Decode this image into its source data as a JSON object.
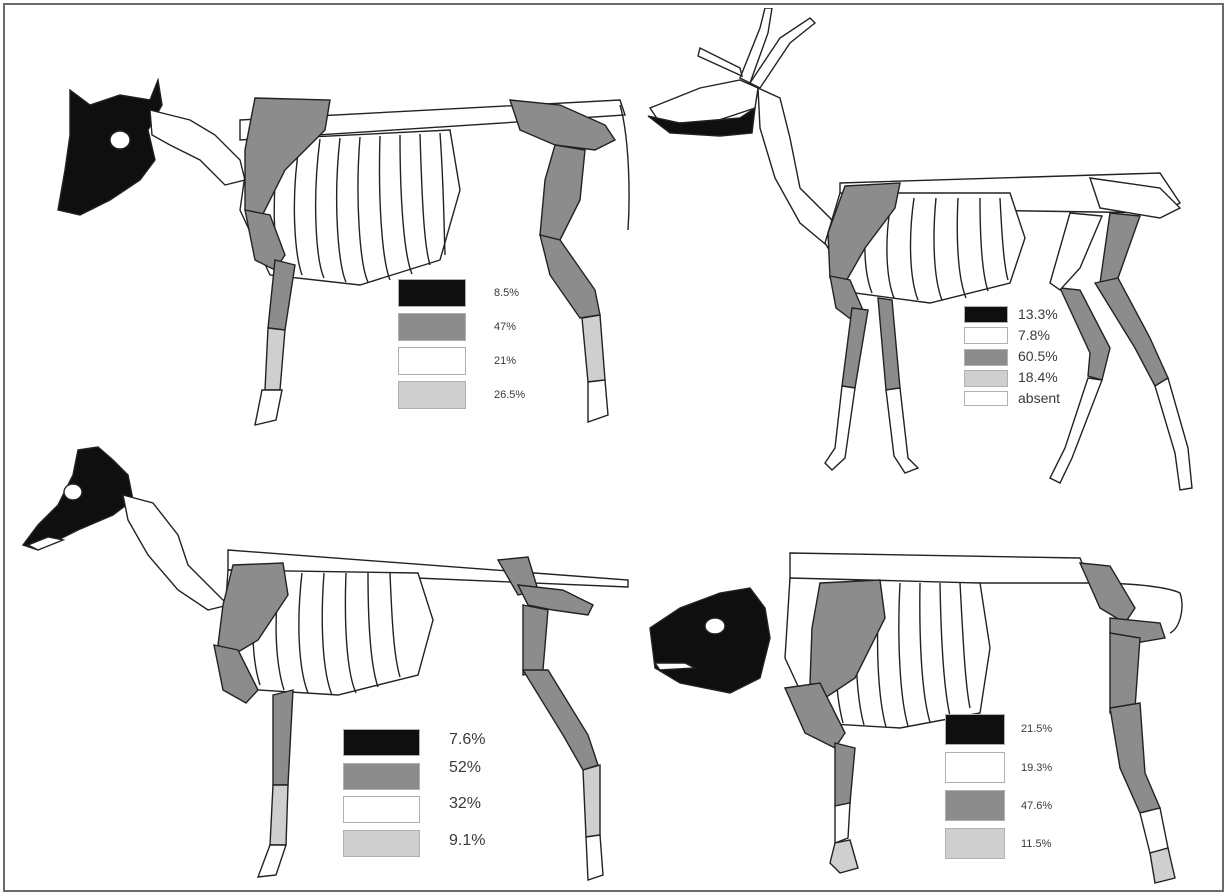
{
  "colors": {
    "black": "#0f0f0f",
    "dark_gray": "#8c8c8c",
    "white": "#ffffff",
    "light_gray": "#cfcfcf",
    "frame": "#6a6a6a"
  },
  "panels": [
    {
      "animal_icon": "cattle-skeleton",
      "legend": [
        {
          "color": "black",
          "label": "8.5%"
        },
        {
          "color": "dark_gray",
          "label": "47%"
        },
        {
          "color": "white",
          "label": "21%"
        },
        {
          "color": "light_gray",
          "label": "26.5%"
        }
      ]
    },
    {
      "animal_icon": "deer-skeleton",
      "legend": [
        {
          "color": "black",
          "label": "13.3%"
        },
        {
          "color": "white",
          "label": "7.8%"
        },
        {
          "color": "dark_gray",
          "label": "60.5%"
        },
        {
          "color": "light_gray",
          "label": "18.4%"
        },
        {
          "color": "white",
          "label": "absent"
        }
      ]
    },
    {
      "animal_icon": "sheep-goat-skeleton",
      "legend": [
        {
          "color": "black",
          "label": "7.6%"
        },
        {
          "color": "dark_gray",
          "label": "52%"
        },
        {
          "color": "white",
          "label": "32%"
        },
        {
          "color": "light_gray",
          "label": "9.1%"
        }
      ]
    },
    {
      "animal_icon": "pig-skeleton",
      "legend": [
        {
          "color": "black",
          "label": "21.5%"
        },
        {
          "color": "white",
          "label": "19.3%"
        },
        {
          "color": "dark_gray",
          "label": "47.6%"
        },
        {
          "color": "light_gray",
          "label": "11.5%"
        }
      ]
    }
  ]
}
